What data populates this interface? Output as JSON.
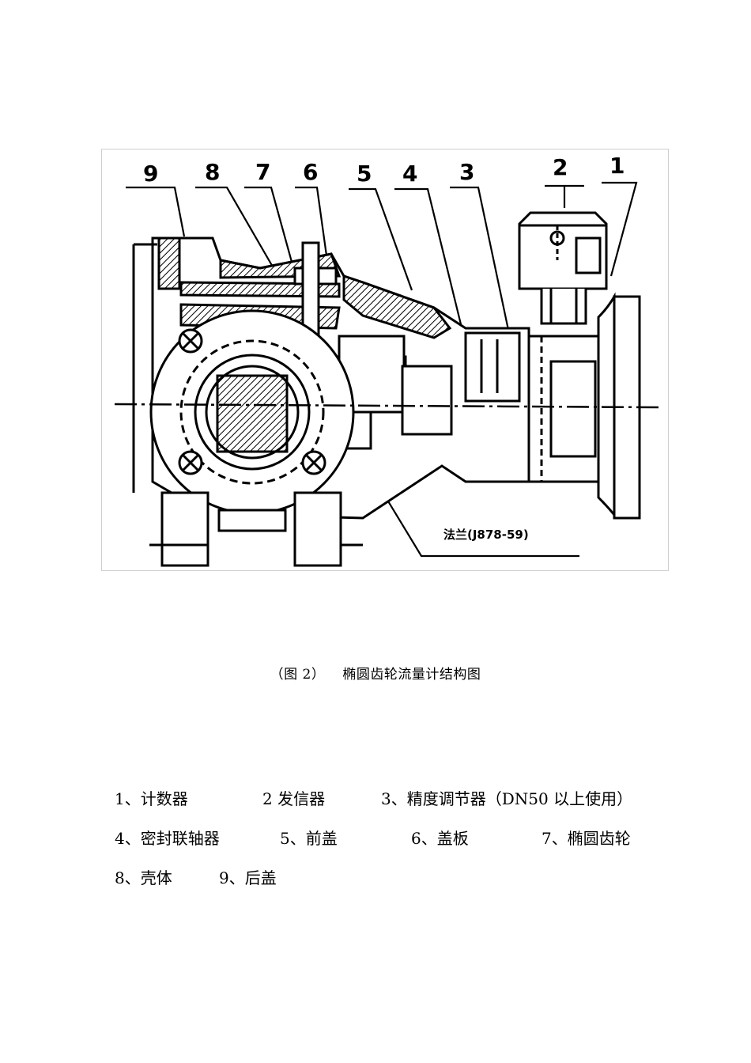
{
  "figure": {
    "part_numbers": [
      "9",
      "8",
      "7",
      "6",
      "5",
      "4",
      "3",
      "2",
      "1"
    ],
    "flange_label": "法兰(J878-59)"
  },
  "caption": {
    "figure_no": "（图 2）",
    "title": "椭圆齿轮流量计结构图"
  },
  "legend": {
    "items": [
      "1、计数器",
      "2 发信器",
      "3、精度调节器（DN50 以上使用）",
      "4、密封联轴器",
      "5、前盖",
      "6、盖板",
      "7、椭圆齿轮",
      "8、壳体",
      "9、后盖"
    ]
  }
}
